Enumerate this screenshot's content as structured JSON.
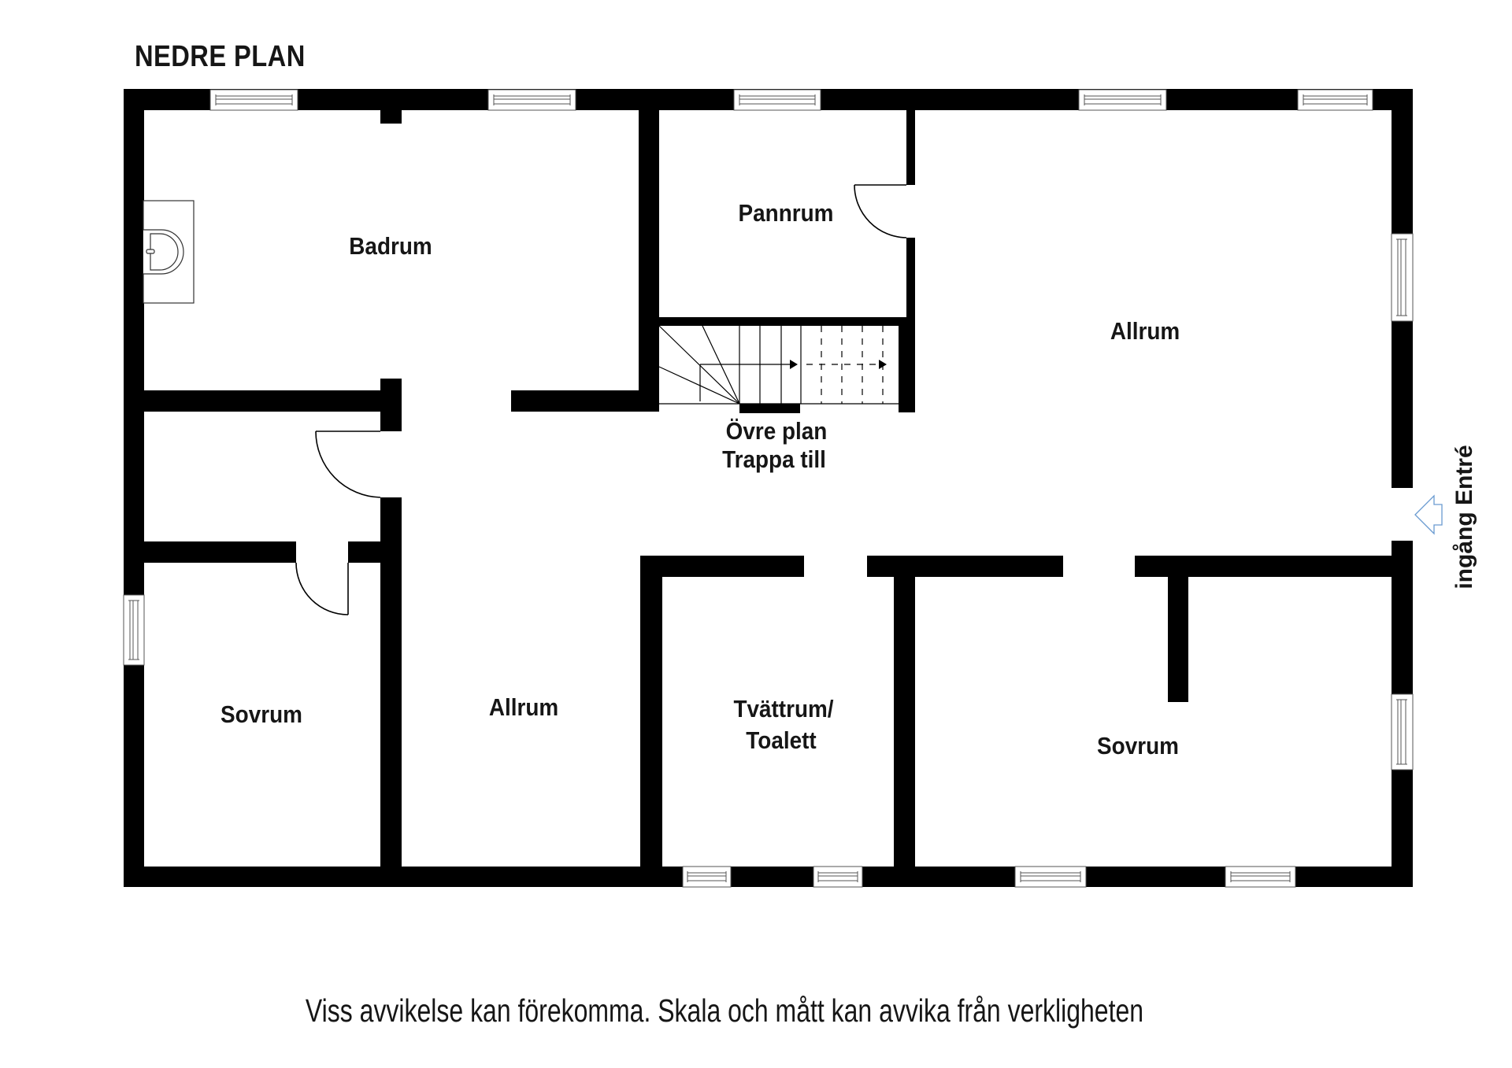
{
  "plan": {
    "title": "NEDRE PLAN",
    "disclaimer": "Viss avvikelse kan förekomma. Skala och mått kan avvika från verkligheten",
    "entrance": {
      "label": "ingång Entré",
      "arrow_color": "#6a9bd1"
    },
    "colors": {
      "wall": "#000000",
      "background": "#ffffff",
      "text": "#161616",
      "fixture_line": "#000000"
    },
    "rooms": [
      {
        "id": "badrum",
        "name": "Badrum"
      },
      {
        "id": "pannrum",
        "name": "Pannrum"
      },
      {
        "id": "allrum-upper",
        "name": "Allrum"
      },
      {
        "id": "stairs",
        "name_line1": "Övre plan",
        "name_line2": "Trappa till"
      },
      {
        "id": "sovrum-left",
        "name": "Sovrum"
      },
      {
        "id": "allrum-lower",
        "name": "Allrum"
      },
      {
        "id": "tvattrum",
        "name_line1": "Tvättrum/",
        "name_line2": "Toalett"
      },
      {
        "id": "sovrum-right",
        "name": "Sovrum"
      }
    ]
  }
}
